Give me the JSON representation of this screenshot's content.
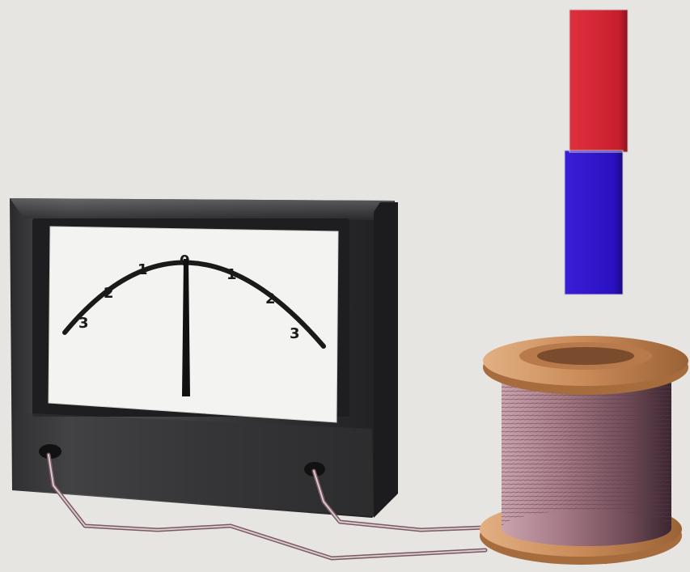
{
  "scene": {
    "background_color": "#e6e5e1"
  },
  "galvanometer": {
    "scale_labels": [
      "3",
      "2",
      "1",
      "0",
      "1",
      "2",
      "3"
    ],
    "needle_reading": 0,
    "case_color": "#2f2f31",
    "face_color": "#f3f3f1"
  },
  "bar_magnet": {
    "top_pole_color": "#d0202f",
    "bottom_pole_color": "#2a10c8",
    "orientation": "vertical"
  },
  "coil": {
    "spool_color": "#c98a58",
    "winding_color": "#9a6a78"
  }
}
